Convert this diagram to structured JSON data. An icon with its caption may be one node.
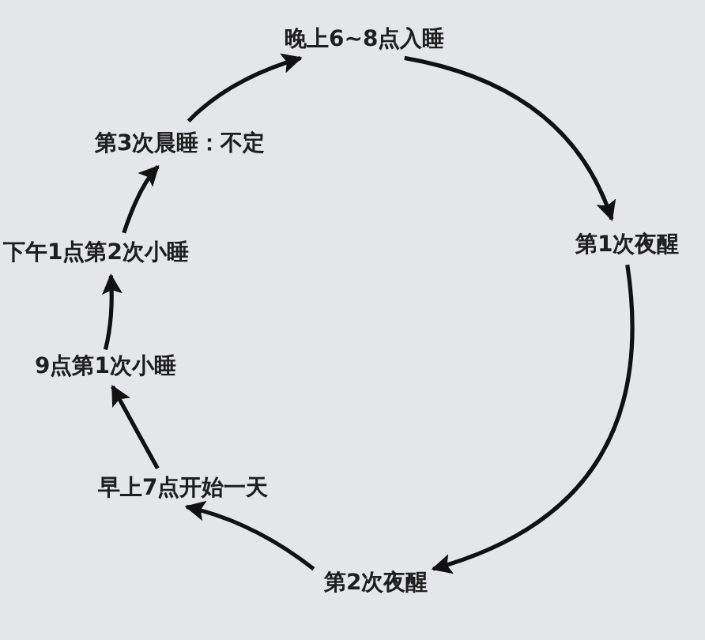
{
  "diagram": {
    "nodes": [
      {
        "text": [
          "晚上6~8点入睡"
        ]
      },
      {
        "text": [
          "第1次夜醒"
        ]
      },
      {
        "text": [
          "第2次夜醒"
        ]
      },
      {
        "text": [
          "早上7点开始一天"
        ]
      },
      {
        "text": [
          "9点第1次小睡"
        ]
      },
      {
        "text": [
          "下午1点第2次小睡"
        ]
      },
      {
        "text": [
          "第3次晨睡：不定"
        ]
      }
    ],
    "edges": [
      {
        "from": 0,
        "to": 1,
        "arrow": "to"
      },
      {
        "from": 1,
        "to": 2,
        "arrow": "to"
      },
      {
        "from": 2,
        "to": 3,
        "arrow": "to"
      },
      {
        "from": 3,
        "to": 4,
        "arrow": "to"
      },
      {
        "from": 4,
        "to": 5,
        "arrow": "to"
      },
      {
        "from": 5,
        "to": 6,
        "arrow": "to"
      },
      {
        "from": 6,
        "to": 0,
        "arrow": "to"
      }
    ]
  }
}
